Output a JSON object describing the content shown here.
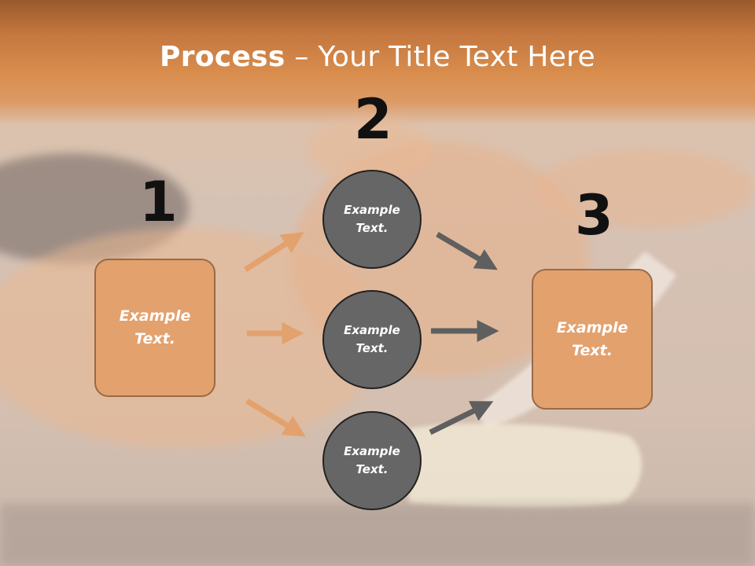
{
  "title": {
    "bold": "Process",
    "dash": " – ",
    "rest": "Your Title Text Here"
  },
  "steps": [
    {
      "number": "1",
      "text": "Example Text."
    },
    {
      "number": "2",
      "items": [
        "Example Text.",
        "Example Text.",
        "Example Text."
      ]
    },
    {
      "number": "3",
      "text": "Example Text."
    }
  ],
  "colors": {
    "box_fill": "#e3a16e",
    "circle_fill": "#666666",
    "orange_arrow": "#e3a16e",
    "gray_arrow": "#5f5f5f",
    "title_bar": "#d98e4e"
  }
}
